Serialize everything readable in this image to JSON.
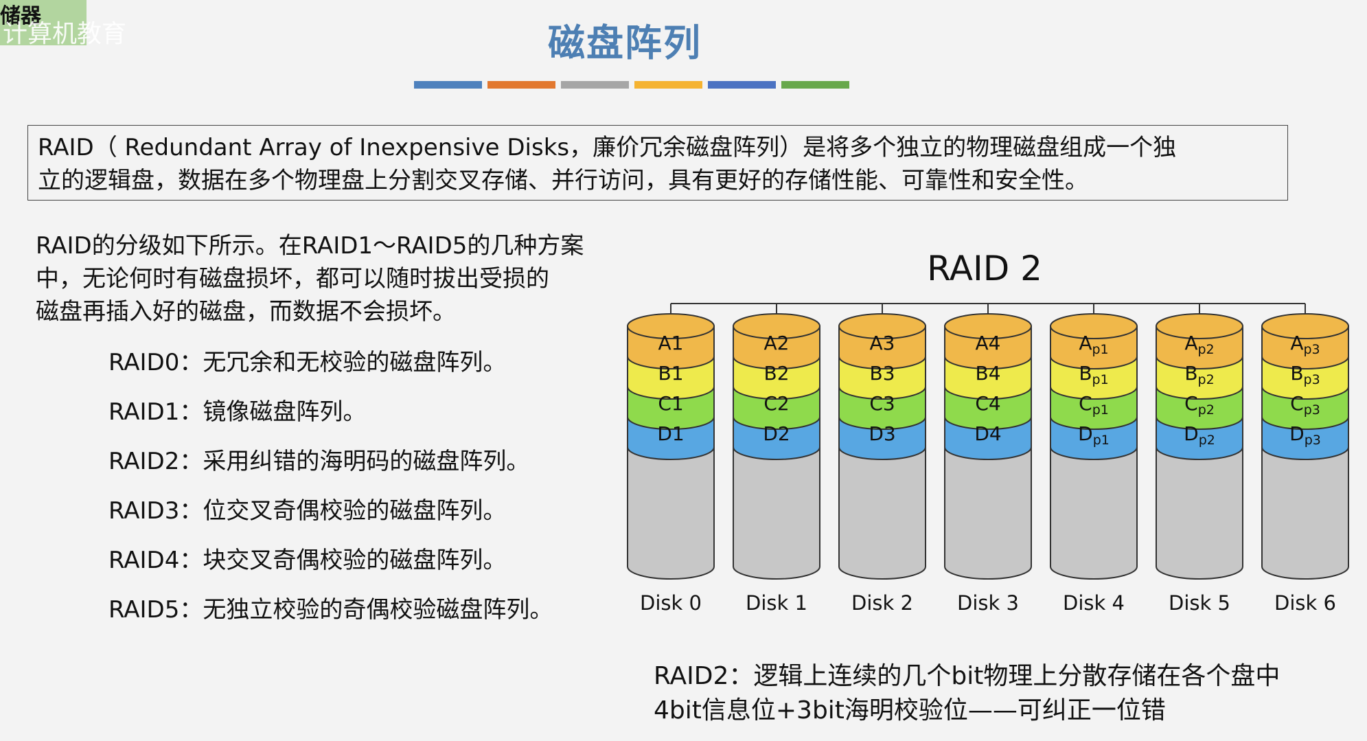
{
  "watermark": {
    "text": "计算机教育",
    "top_text": "储器"
  },
  "page": {
    "title": "磁盘阵列",
    "title_bar_colors": [
      "#4e81bd",
      "#e2782f",
      "#a6a6a6",
      "#f5b331",
      "#4b72c2",
      "#68a84c"
    ]
  },
  "intro": {
    "line1": "RAID（ Redundant Array of Inexpensive Disks，廉价冗余磁盘阵列）是将多个独立的物理磁盘组成一个独",
    "line2": "立的逻辑盘，数据在多个物理盘上分割交叉存储、并行访问，具有更好的存储性能、可靠性和安全性。"
  },
  "left_text": {
    "line1": "RAID的分级如下所示。在RAID1～RAID5的几种方案",
    "line2": "中，无论何时有磁盘损坏，都可以随时拔出受损的",
    "line3": "磁盘再插入好的磁盘，而数据不会损坏。"
  },
  "levels": [
    "RAID0：无冗余和无校验的磁盘阵列。",
    "RAID1：镜像磁盘阵列。",
    "RAID2：采用纠错的海明码的磁盘阵列。",
    "RAID3：位交叉奇偶校验的磁盘阵列。",
    "RAID4：块交叉奇偶校验的磁盘阵列。",
    "RAID5：无独立校验的奇偶校验磁盘阵列。"
  ],
  "diagram": {
    "title": "RAID 2",
    "row_colors": [
      "#f0b84a",
      "#eeea4c",
      "#8fda4c",
      "#58a7e2"
    ],
    "body_color": "#c7c7c7",
    "disks": [
      {
        "label": "Disk 0",
        "cells": [
          [
            "A1",
            ""
          ],
          [
            "B1",
            ""
          ],
          [
            "C1",
            ""
          ],
          [
            "D1",
            ""
          ]
        ]
      },
      {
        "label": "Disk 1",
        "cells": [
          [
            "A2",
            ""
          ],
          [
            "B2",
            ""
          ],
          [
            "C2",
            ""
          ],
          [
            "D2",
            ""
          ]
        ]
      },
      {
        "label": "Disk 2",
        "cells": [
          [
            "A3",
            ""
          ],
          [
            "B3",
            ""
          ],
          [
            "C3",
            ""
          ],
          [
            "D3",
            ""
          ]
        ]
      },
      {
        "label": "Disk 3",
        "cells": [
          [
            "A4",
            ""
          ],
          [
            "B4",
            ""
          ],
          [
            "C4",
            ""
          ],
          [
            "D4",
            ""
          ]
        ]
      },
      {
        "label": "Disk 4",
        "cells": [
          [
            "A",
            "p1"
          ],
          [
            "B",
            "p1"
          ],
          [
            "C",
            "p1"
          ],
          [
            "D",
            "p1"
          ]
        ]
      },
      {
        "label": "Disk 5",
        "cells": [
          [
            "A",
            "p2"
          ],
          [
            "B",
            "p2"
          ],
          [
            "C",
            "p2"
          ],
          [
            "D",
            "p2"
          ]
        ]
      },
      {
        "label": "Disk 6",
        "cells": [
          [
            "A",
            "p3"
          ],
          [
            "B",
            "p3"
          ],
          [
            "C",
            "p3"
          ],
          [
            "D",
            "p3"
          ]
        ]
      }
    ]
  },
  "bottom_text": {
    "line1": "RAID2：逻辑上连续的几个bit物理上分散存储在各个盘中",
    "line2": "4bit信息位+3bit海明校验位——可纠正一位错"
  }
}
